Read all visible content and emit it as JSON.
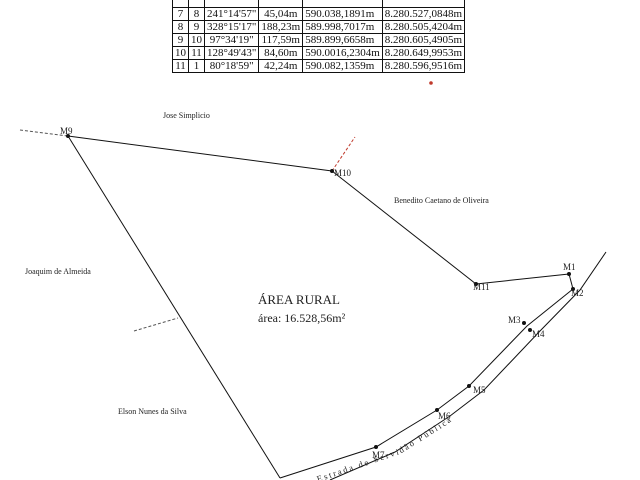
{
  "table": {
    "rows": [
      {
        "from": "",
        "to": "",
        "angle": "",
        "distance": "",
        "east": "",
        "north": ""
      },
      {
        "from": "7",
        "to": "8",
        "angle": "241°14'57\"",
        "distance": "45,04m",
        "east": "590.038,1891m",
        "north": "8.280.527,0848m"
      },
      {
        "from": "8",
        "to": "9",
        "angle": "328°15'17\"",
        "distance": "188,23m",
        "east": "589.998,7017m",
        "north": "8.280.505,4204m"
      },
      {
        "from": "9",
        "to": "10",
        "angle": "97°34'19\"",
        "distance": "117,59m",
        "east": "589.899,6658m",
        "north": "8.280.605,4905m"
      },
      {
        "from": "10",
        "to": "11",
        "angle": "128°49'43\"",
        "distance": "84,60m",
        "east": "590.0016,2304m",
        "north": "8.280.649,9953m"
      },
      {
        "from": "11",
        "to": "1",
        "angle": "80°18'59\"",
        "distance": "42,24m",
        "east": "590.082,1359m",
        "north": "8.280.596,9516m"
      }
    ]
  },
  "plan": {
    "area_title": "ÁREA RURAL",
    "area_value": "área:  16.528,56m²",
    "road_label": "Estrada de Servidão Pública",
    "neighbors": {
      "north": "Jose Simplicio",
      "northeast": "Benedito Caetano de Oliveira",
      "west": "Joaquim de Almeida",
      "southwest": "Elson Nunes da Silva"
    },
    "markers": {
      "m1": "M1",
      "m2": "M2",
      "m3": "M3",
      "m4": "M4",
      "m5": "M5",
      "m6": "M6",
      "m7": "M7",
      "m9": "M9",
      "m10": "M10",
      "m11": "M11"
    }
  },
  "colors": {
    "boundary": "#111111",
    "divider_dash": "#c0392b",
    "marker": "#111111",
    "stray_dot": "#c0392b"
  }
}
